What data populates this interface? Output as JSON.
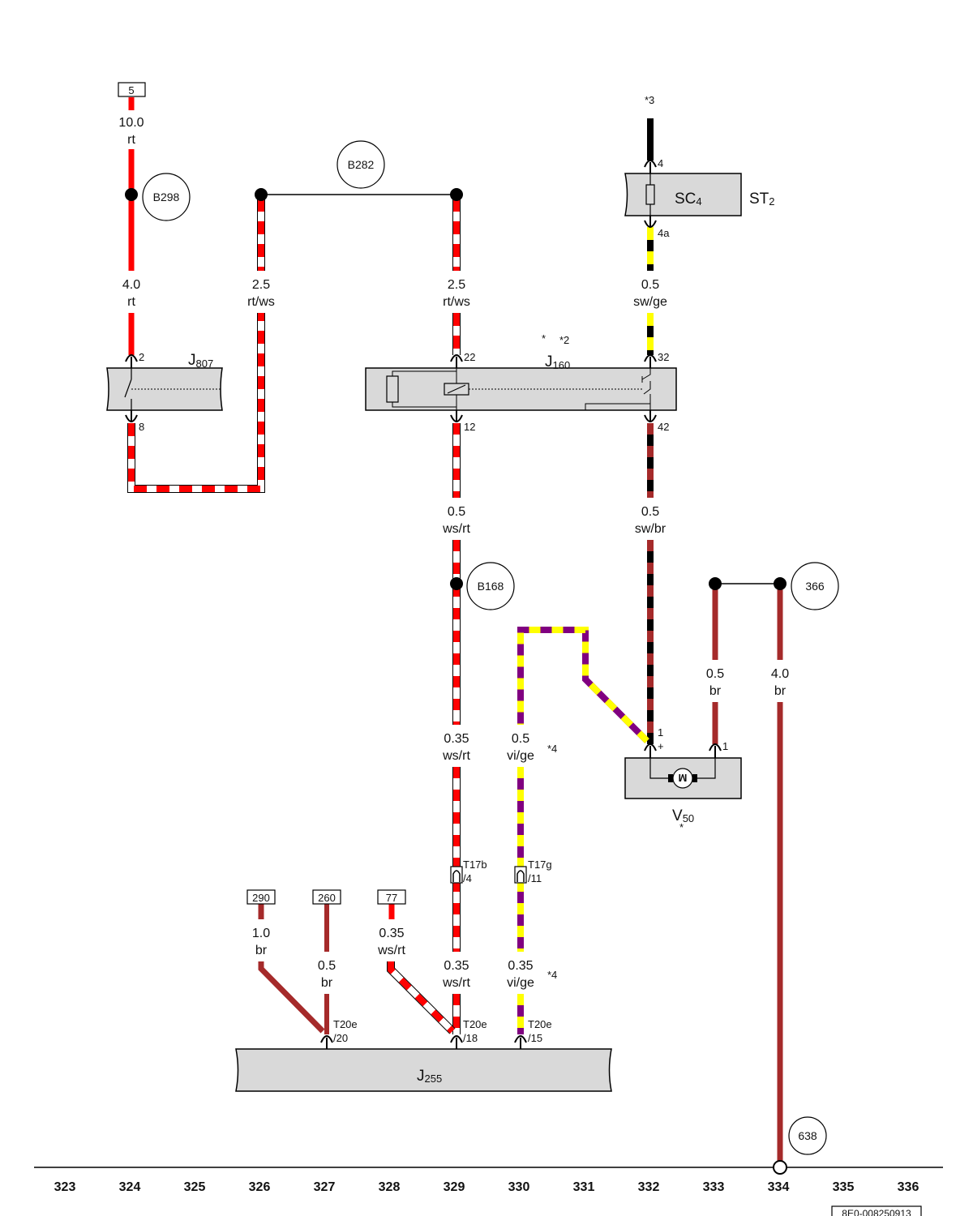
{
  "wires": {
    "w1": {
      "size": "10.0",
      "color": "rt"
    },
    "w2": {
      "size": "4.0",
      "color": "rt"
    },
    "w3": {
      "size": "2.5",
      "color": "rt/ws"
    },
    "w4": {
      "size": "2.5",
      "color": "rt/ws"
    },
    "w5": {
      "size": "0.5",
      "color": "sw/ge"
    },
    "w6": {
      "size": "0.5",
      "color": "ws/rt"
    },
    "w7": {
      "size": "0.5",
      "color": "sw/br"
    },
    "w8": {
      "size": "0.35",
      "color": "ws/rt"
    },
    "w9": {
      "size": "0.5",
      "color": "vi/ge"
    },
    "w10": {
      "size": "0.5",
      "color": "br"
    },
    "w11": {
      "size": "4.0",
      "color": "br"
    },
    "w12": {
      "size": "1.0",
      "color": "br"
    },
    "w13": {
      "size": "0.5",
      "color": "br"
    },
    "w14": {
      "size": "0.35",
      "color": "ws/rt"
    },
    "w15": {
      "size": "0.35",
      "color": "ws/rt"
    },
    "w16": {
      "size": "0.35",
      "color": "vi/ge"
    }
  },
  "components": {
    "j807": {
      "main": "J",
      "sub": "807"
    },
    "j160": {
      "main": "J",
      "sub": "160"
    },
    "sc": {
      "main": "SC",
      "sub": "4"
    },
    "st": {
      "main": "ST",
      "sub": "2"
    },
    "v50": {
      "main": "V",
      "sub": "50"
    },
    "j255": {
      "main": "J",
      "sub": "255"
    }
  },
  "circles": {
    "b298": "B298",
    "b282": "B282",
    "b168": "B168",
    "c366": "366",
    "c638": "638"
  },
  "refs": {
    "r5": "5",
    "r290": "290",
    "r260": "260",
    "r77": "77"
  },
  "pins": {
    "j807_in": "2",
    "j807_out": "8",
    "j160_22": "22",
    "j160_32": "32",
    "j160_12": "12",
    "j160_42": "42",
    "st_4": "4",
    "st_4a": "4a",
    "v50_1a": "1",
    "v50_plus": "+",
    "v50_1b": "1",
    "t17b_name": "T17b",
    "t17b_pin": "/4",
    "t17g_name": "T17g",
    "t17g_pin": "/11",
    "t20e_20_name": "T20e",
    "t20e_20_pin": "/20",
    "t20e_18_name": "T20e",
    "t20e_18_pin": "/18",
    "t20e_15_name": "T20e",
    "t20e_15_pin": "/15"
  },
  "notes": {
    "n3": "*3",
    "n2a": "*",
    "n2b": "*2",
    "n4a": "*4",
    "n4b": "*4",
    "v50_star": "*"
  },
  "motor_symbol": "M",
  "columns": [
    "323",
    "324",
    "325",
    "326",
    "327",
    "328",
    "329",
    "330",
    "331",
    "332",
    "333",
    "334",
    "335",
    "336"
  ],
  "doc_code": "8E0-008250913",
  "colors": {
    "rt": "#ff0000",
    "ws": "#ffffff",
    "sw": "#000000",
    "ge": "#ffff00",
    "br": "#a52a2a",
    "vi": "#800080",
    "component_fill": "#d9d9d9"
  }
}
